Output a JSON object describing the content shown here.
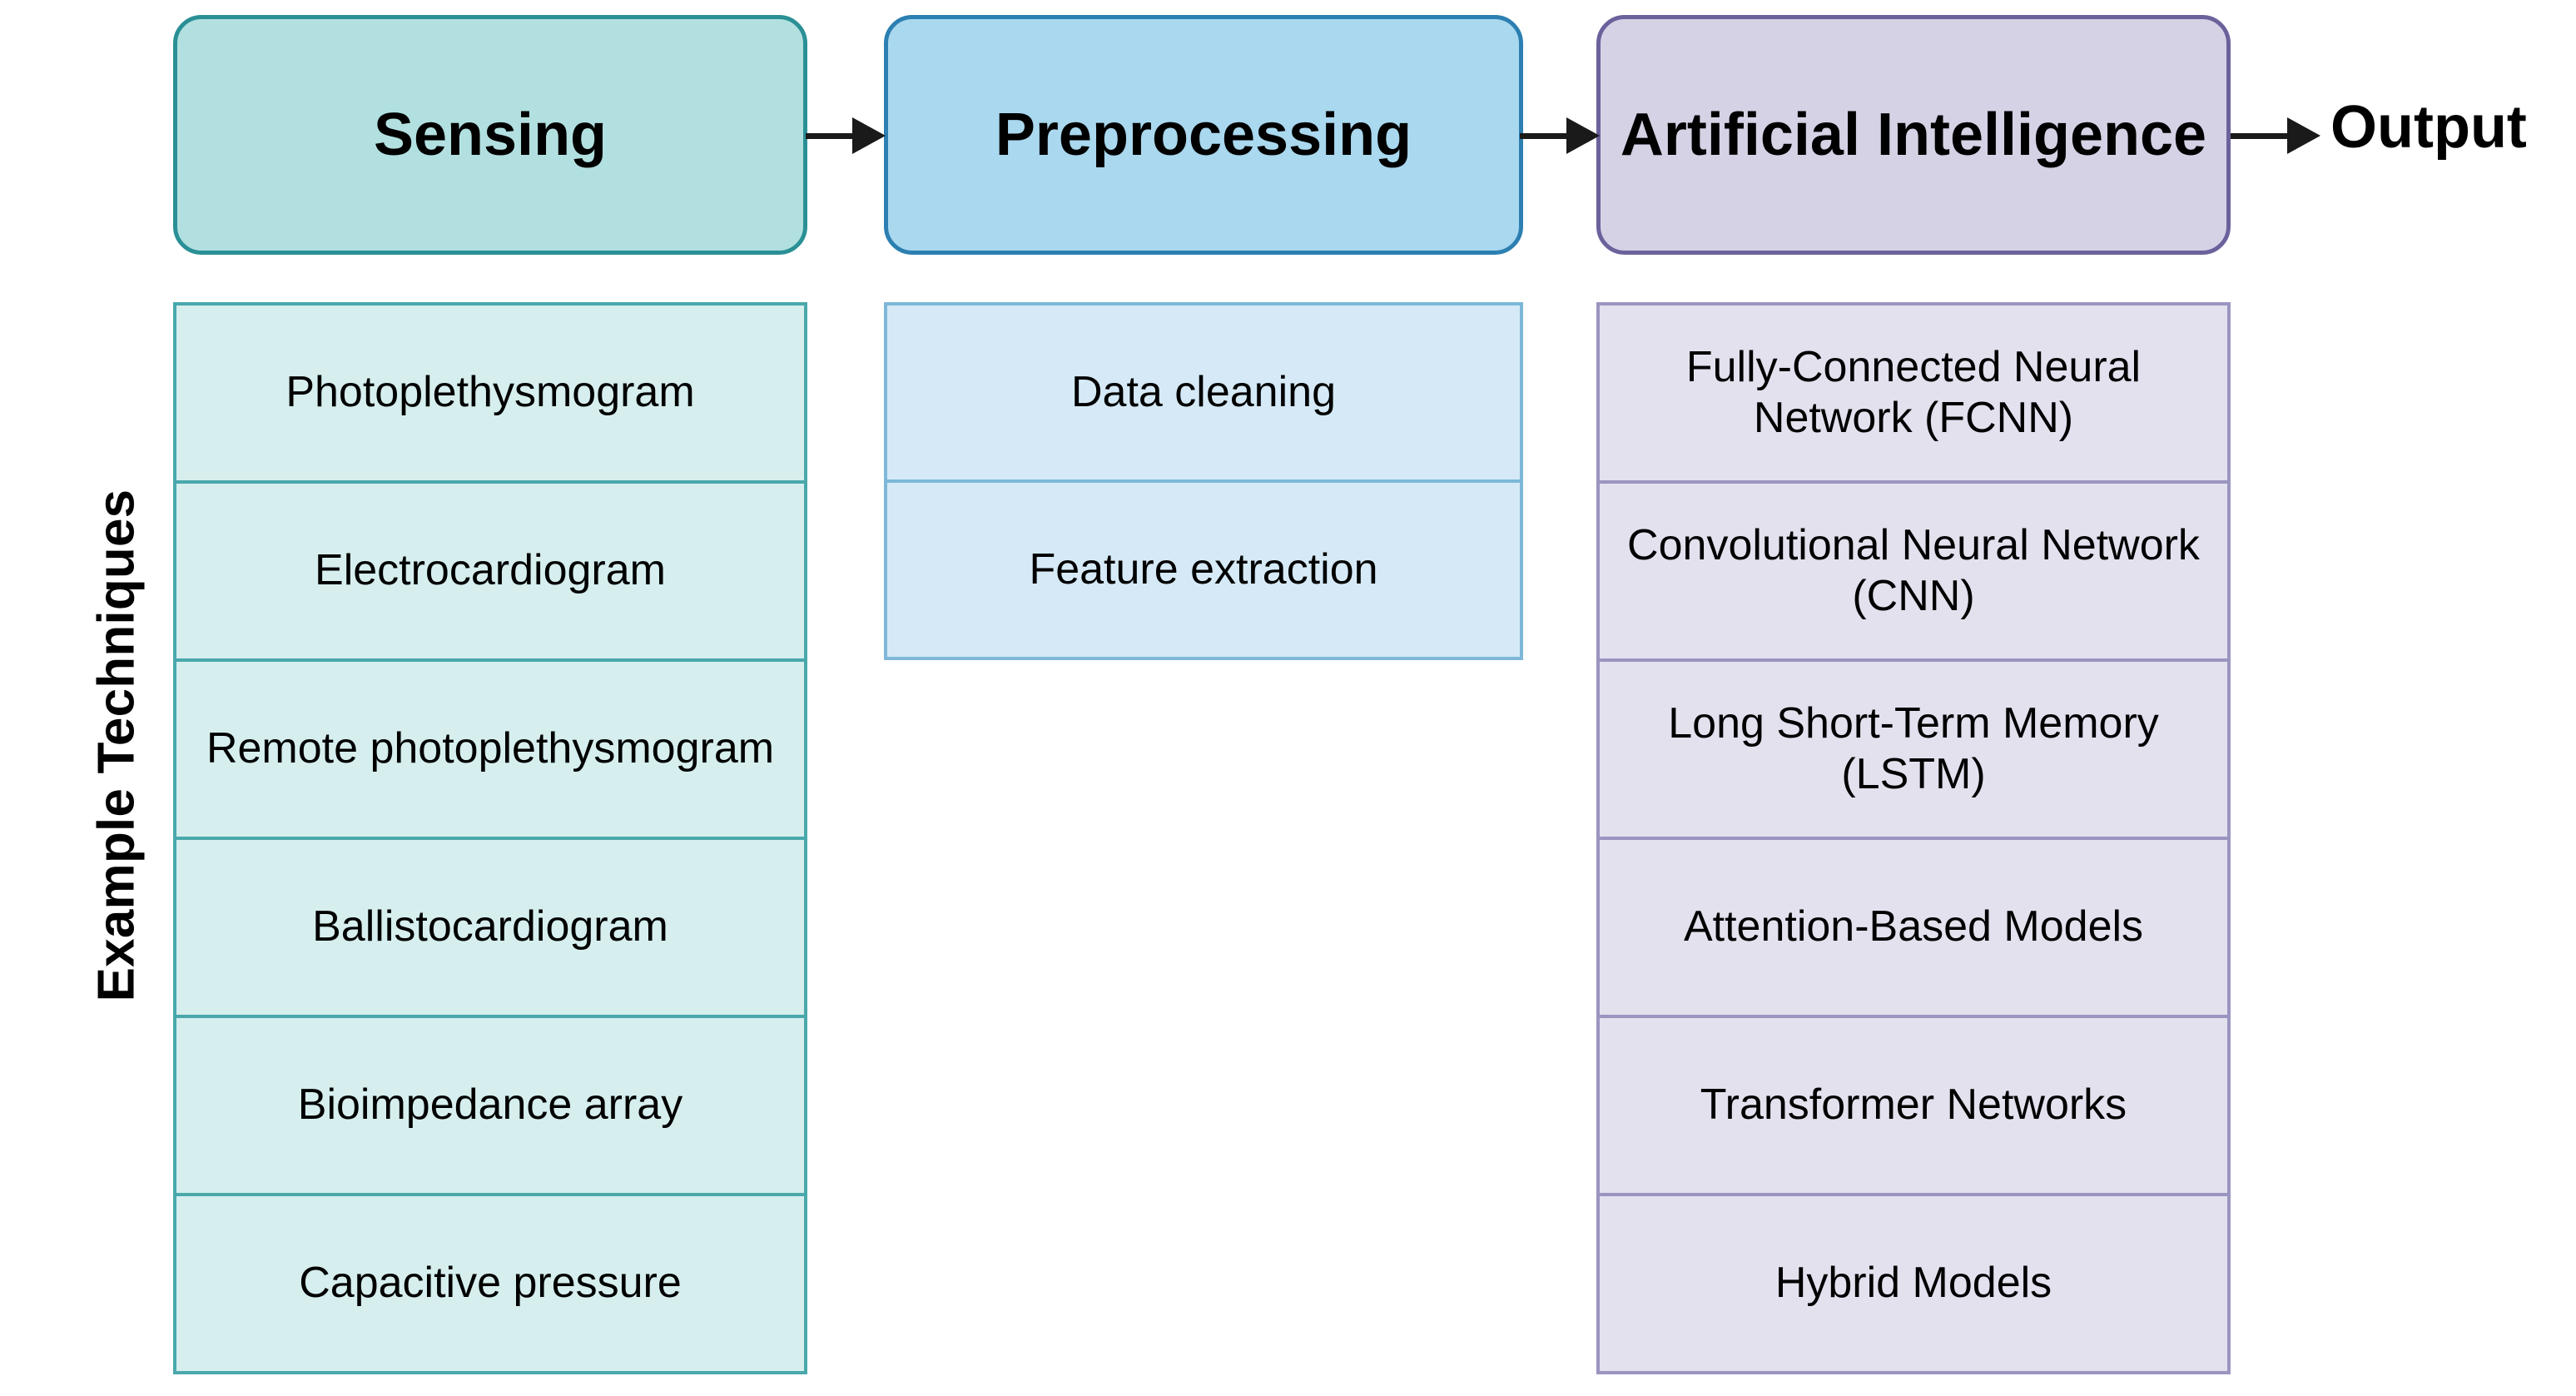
{
  "axis": {
    "label": "Example Techniques"
  },
  "pipeline": {
    "stages": [
      {
        "id": "sensing",
        "title": "Sensing",
        "fill": "#b2e0e0",
        "stroke": "#2a9096"
      },
      {
        "id": "preprocessing",
        "title": "Preprocessing",
        "fill": "#a9d8ef",
        "stroke": "#2c7fb1"
      },
      {
        "id": "ai",
        "title": "Artificial Intelligence",
        "fill": "#d5d2e6",
        "stroke": "#6b629c"
      }
    ],
    "output_label": "Output",
    "arrow_color": "#1a1a1a"
  },
  "techniques": {
    "sensing": [
      "Photoplethysmogram",
      "Electrocardiogram",
      "Remote photoplethysmogram",
      "Ballistocardiogram",
      "Bioimpedance array",
      "Capacitive pressure"
    ],
    "preprocessing": [
      "Data cleaning",
      "Feature extraction"
    ],
    "ai": [
      "Fully-Connected Neural Network (FCNN)",
      "Convolutional Neural Network (CNN)",
      "Long Short-Term Memory (LSTM)",
      "Attention-Based Models",
      "Transformer Networks",
      "Hybrid Models"
    ]
  }
}
